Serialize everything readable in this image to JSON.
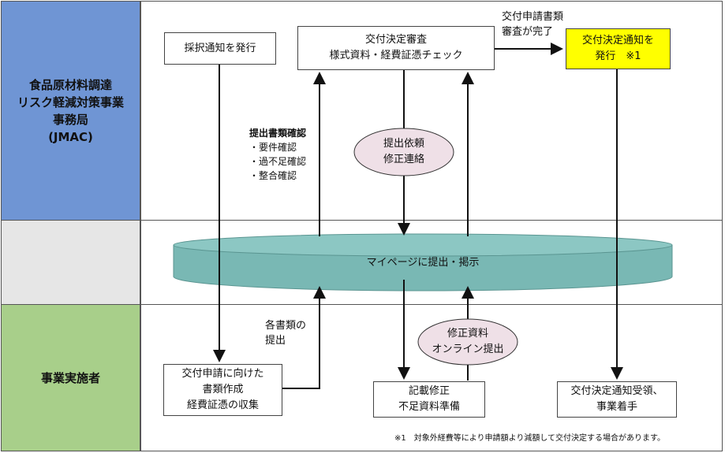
{
  "colors": {
    "jmac_lane": "#6f95d4",
    "implementer_lane": "#a8cf8a",
    "middle_lane": "#e6e6e6",
    "platform": "#79b8b4",
    "oval": "#efe0e7",
    "highlight": "#ffff00"
  },
  "lanes": {
    "jmac": "食品原材料調達\nリスク軽減対策事業\n事務局\n(JMAC)",
    "implementer": "事業実施者"
  },
  "boxes": {
    "adoption_notice": "採択通知を発行",
    "review": "交付決定審査\n様式資料・経費証憑チェック",
    "decision_notice": "交付決定通知を\n発行　※1",
    "prepare_docs": "交付申請に向けた\n書類作成\n経費証憑の収集",
    "revise": "記載修正\n不足資料準備",
    "receive_notice": "交付決定通知受領、\n事業着手"
  },
  "labels": {
    "review_complete": "交付申請書類\n審査が完了",
    "doc_check_title": "提出書類確認",
    "doc_check_items": "・要件確認\n・過不足確認\n・整合確認",
    "submit_docs": "各書類の\n提出"
  },
  "ovals": {
    "request": "提出依頼\n修正連絡",
    "online_submit": "修正資料\nオンライン提出"
  },
  "platform": "マイページに提出・掲示",
  "footnote": "※1　対象外経費等により申請額より減額して交付決定する場合があります。"
}
